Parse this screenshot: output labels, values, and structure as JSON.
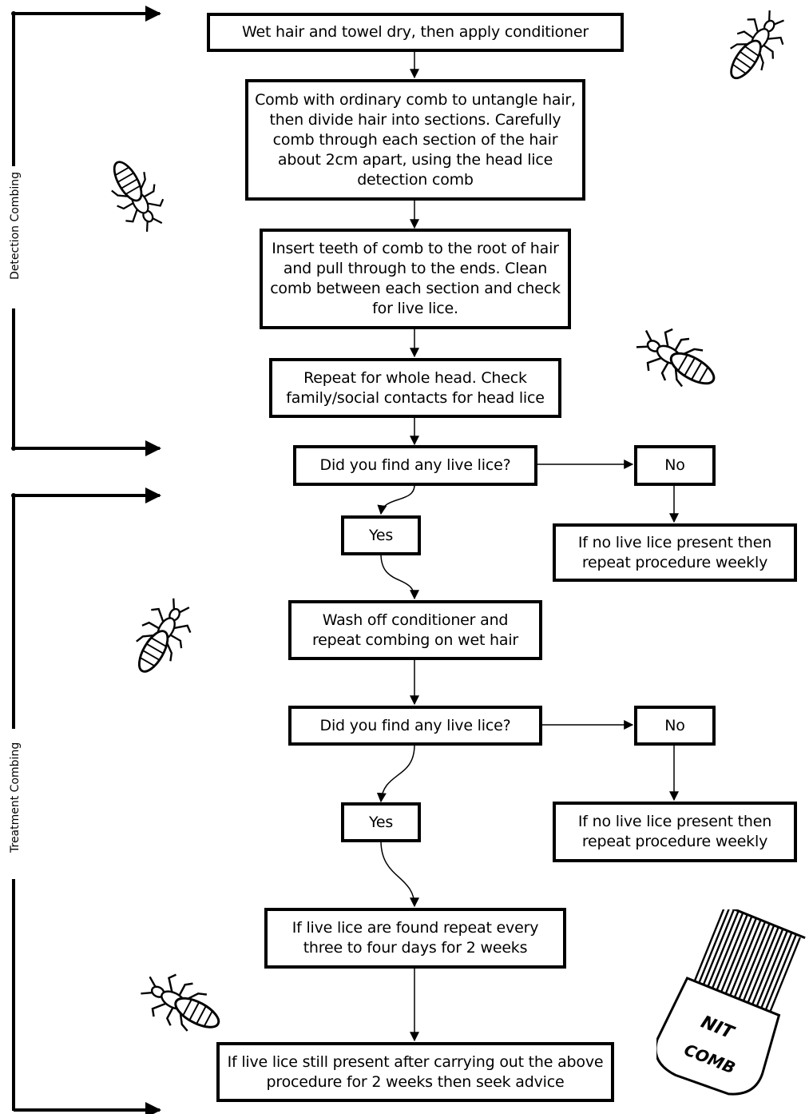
{
  "sections": {
    "detection": "Detection Combing",
    "treatment": "Treatment Combing"
  },
  "steps": {
    "s1": "Wet hair and towel dry, then apply conditioner",
    "s2": "Comb with ordinary comb to untangle hair, then divide hair into sections. Carefully comb through each section of the hair about 2cm apart, using the head lice detection comb",
    "s3": "Insert teeth of comb to the root of hair and pull through to the ends. Clean comb between each section and check for live lice.",
    "s4": "Repeat for whole head.  Check family/social contacts for head lice",
    "q1": "Did you find any live lice?",
    "no1": "No",
    "yes1": "Yes",
    "noresult1": "If no live lice present then repeat procedure weekly",
    "s5": "Wash off conditioner and repeat combing on wet hair",
    "q2": "Did you find any live lice?",
    "no2": "No",
    "yes2": "Yes",
    "noresult2": "If no live lice present then repeat procedure weekly",
    "s6": "If live lice are found repeat every three to four days for 2 weeks",
    "s7": "If live lice still present after carrying out the above procedure for 2 weeks then seek advice"
  },
  "illustrations": {
    "comb_text_1": "NIT",
    "comb_text_2": "COMB",
    "louse_icon": "louse-icon",
    "comb_icon": "nit-comb-icon"
  }
}
